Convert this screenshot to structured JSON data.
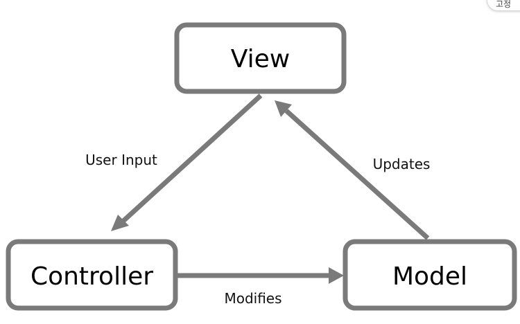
{
  "nodes": {
    "view": {
      "label": "View"
    },
    "controller": {
      "label": "Controller"
    },
    "model": {
      "label": "Model"
    }
  },
  "edges": {
    "view_to_controller": {
      "label": "User Input"
    },
    "model_to_view": {
      "label": "Updates"
    },
    "controller_to_model": {
      "label": "Modifies"
    }
  },
  "corner_tab": {
    "label": "고정"
  },
  "colors": {
    "stroke": "#7a7a7a",
    "text": "#000000",
    "background": "#ffffff"
  }
}
